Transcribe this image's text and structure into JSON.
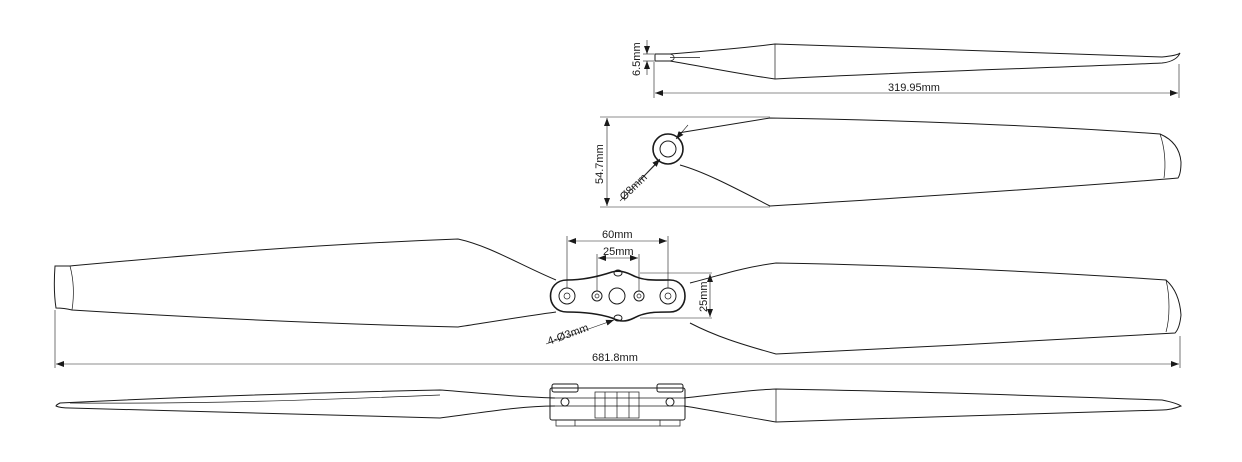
{
  "dimensions": {
    "hub_thickness": "6.5mm",
    "half_length": "319.95mm",
    "chord_width": "54.7mm",
    "center_bore": "Ø8mm",
    "mount_span": "60mm",
    "inner_span": "25mm",
    "hub_height": "25mm",
    "mount_holes": "4-Ø3mm",
    "total_length": "681.8mm"
  }
}
